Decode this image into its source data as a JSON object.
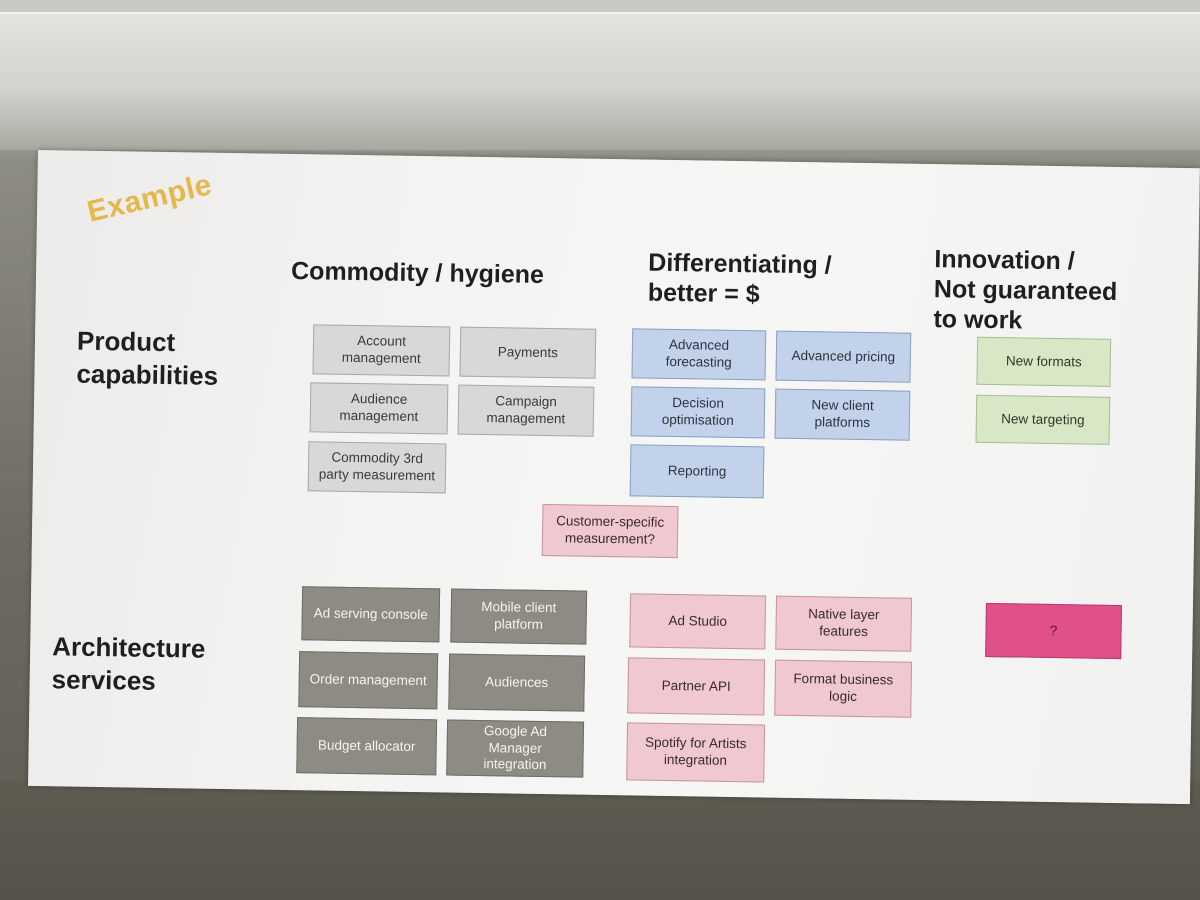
{
  "slide": {
    "example_label": "Example",
    "columns": {
      "commodity": "Commodity / hygiene",
      "differentiating_line1": "Differentiating /",
      "differentiating_line2": "better = $",
      "innovation_line1": "Innovation /",
      "innovation_line2": "Not guaranteed",
      "innovation_line3": "to work"
    },
    "rows": {
      "product_line1": "Product",
      "product_line2": "capabilities",
      "architecture_line1": "Architecture",
      "architecture_line2": "services"
    },
    "product_capabilities": {
      "commodity": [
        "Account management",
        "Payments",
        "Audience management",
        "Campaign management",
        "Commodity 3rd party measurement"
      ],
      "differentiating": [
        "Advanced forecasting",
        "Advanced pricing",
        "Decision optimisation",
        "New client platforms",
        "Reporting"
      ],
      "innovation": [
        "New formats",
        "New targeting"
      ],
      "customer_specific": "Customer-specific measurement?"
    },
    "architecture_services": {
      "commodity": [
        "Ad serving console",
        "Mobile client platform",
        "Order management",
        "Audiences",
        "Budget allocator",
        "Google Ad Manager integration"
      ],
      "differentiating": [
        "Ad Studio",
        "Native layer features",
        "Partner API",
        "Format business logic",
        "Spotify for Artists integration"
      ],
      "innovation": [
        "?"
      ]
    },
    "colors": {
      "commodity_product": "#d9d8d6",
      "differentiating_product": "#c2d2ea",
      "innovation_product": "#d8e8c6",
      "commodity_architecture": "#8e8b85",
      "differentiating_architecture": "#efc8d0",
      "innovation_architecture": "#e0508a",
      "example_label": "#e4b84a"
    }
  }
}
